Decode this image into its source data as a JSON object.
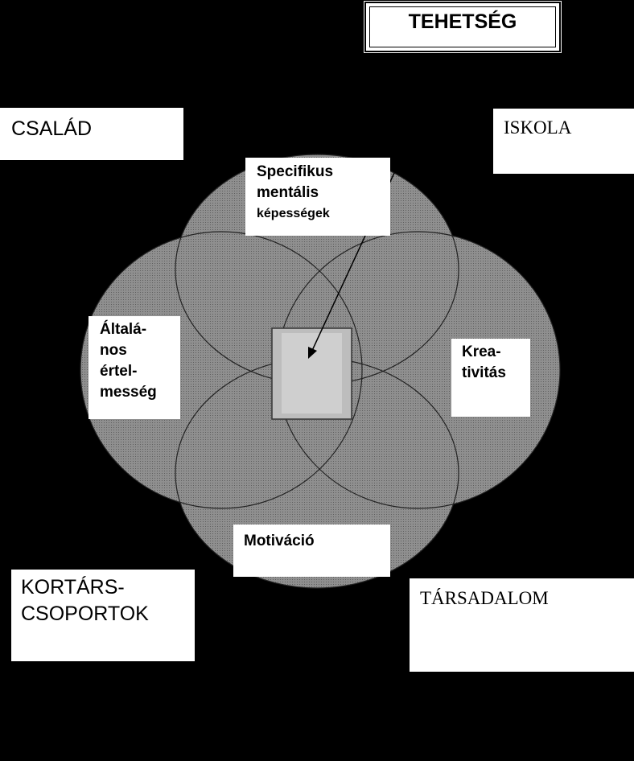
{
  "title": "TEHETSÉG",
  "environment": {
    "family": "CSALÁD",
    "school": "ISKOLA",
    "peers_line1": "KORTÁRS-",
    "peers_line2": "CSOPORTOK",
    "society": "TÁRSADALOM"
  },
  "components": {
    "specific_line1": "Specifikus",
    "specific_line2": "mentális",
    "specific_line3": "képességek",
    "general_line1": "Általá-",
    "general_line2": "nos",
    "general_line3": "értel-",
    "general_line4": "messég",
    "creativity_line1": "Krea-",
    "creativity_line2": "tivitás",
    "motivation": "Motiváció"
  },
  "colors": {
    "background": "#000000",
    "box": "#ffffff",
    "circle_fill": "#8c8c8c",
    "core_outer": "#bdbdbd",
    "core_inner": "#cfcfcf"
  }
}
